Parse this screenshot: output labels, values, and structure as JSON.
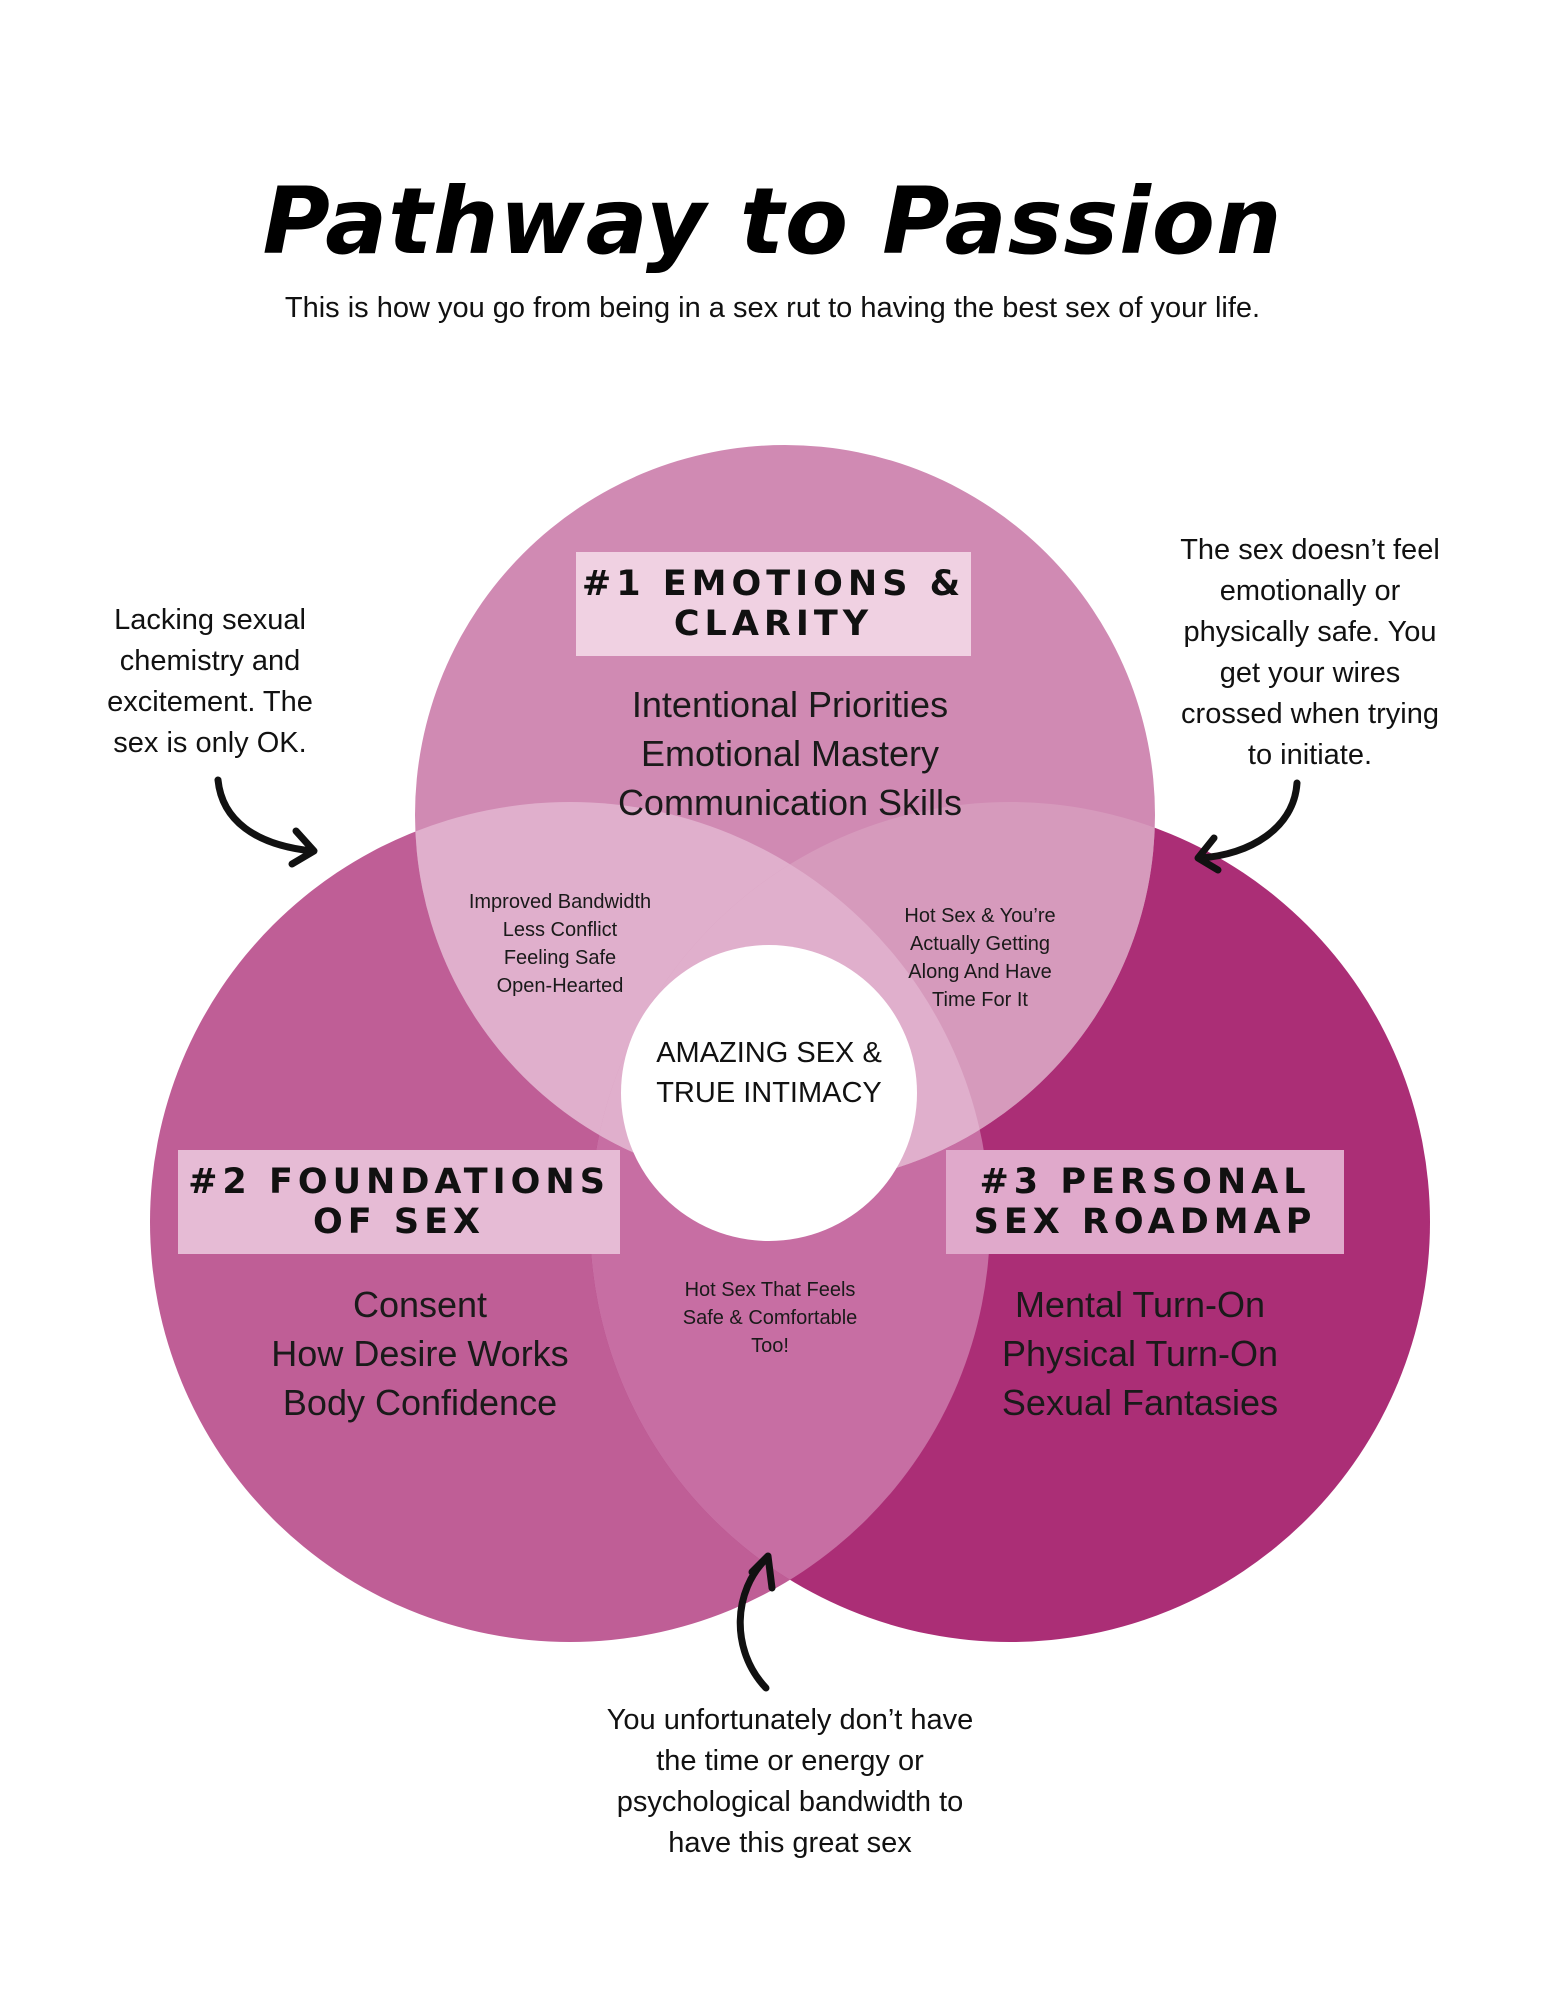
{
  "title": "Pathway to Passion",
  "subtitle": "This is how you go from being in a sex rut to having the best sex of your life.",
  "colors": {
    "circle1": "#d08ab3",
    "circle2": "#bf5e96",
    "circle3": "#ab2e76",
    "overlap12": "#e0afcc",
    "overlap13": "#d69abc",
    "overlap23": "#c76ea3",
    "center": "#ffffff",
    "label1_bg": "#f0d1e2",
    "label2_bg": "#e6bbd5",
    "label3_bg": "#e0a9cb"
  },
  "circles": [
    {
      "id": "emotions-clarity",
      "label_lines": [
        "#1 EMOTIONS &",
        "CLARITY"
      ],
      "items": [
        "Intentional Priorities",
        "Emotional Mastery",
        "Communication Skills"
      ]
    },
    {
      "id": "foundations-of-sex",
      "label_lines": [
        "#2 FOUNDATIONS",
        "OF SEX"
      ],
      "items": [
        "Consent",
        "How Desire Works",
        "Body Confidence"
      ]
    },
    {
      "id": "personal-sex-roadmap",
      "label_lines": [
        "#3 PERSONAL",
        "SEX ROADMAP"
      ],
      "items": [
        "Mental Turn-On",
        "Physical Turn-On",
        "Sexual Fantasies"
      ]
    }
  ],
  "overlaps": {
    "one_two": [
      "Improved Bandwidth",
      "Less Conflict",
      "Feeling Safe",
      "Open-Hearted"
    ],
    "one_three": [
      "Hot Sex & You’re",
      "Actually Getting",
      "Along And  Have",
      "Time For It"
    ],
    "two_three": [
      "Hot Sex That Feels",
      "Safe & Comfortable",
      "Too!"
    ]
  },
  "center": [
    "AMAZING SEX &",
    "TRUE INTIMACY"
  ],
  "notes": {
    "left": [
      "Lacking sexual",
      "chemistry and",
      "excitement. The",
      "sex is only OK."
    ],
    "right": [
      "The sex doesn’t feel",
      "emotionally or",
      "physically safe. You",
      "get your wires",
      "crossed when trying",
      "to initiate."
    ],
    "bottom": [
      "You unfortunately don’t have",
      "the time or energy or",
      "psychological bandwidth to",
      "have this great sex"
    ]
  },
  "icons": {
    "left_arrow": "curved-arrow-icon",
    "right_arrow": "curved-arrow-icon",
    "bottom_arrow": "curved-arrow-icon"
  }
}
